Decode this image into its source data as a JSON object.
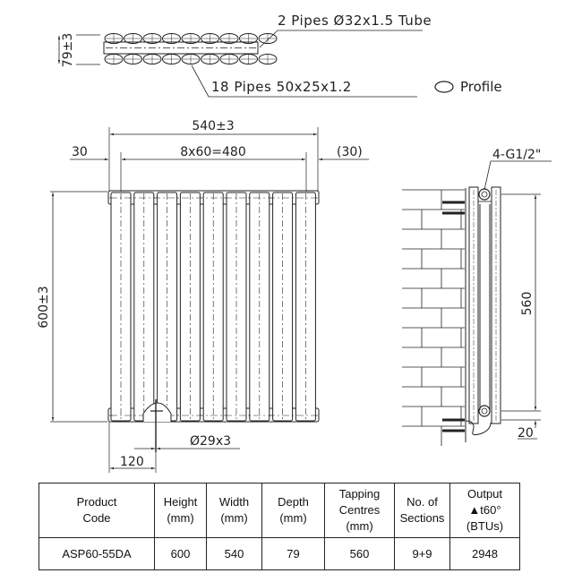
{
  "top_view": {
    "depth_dim": "79±3",
    "tube_label": "2 Pipes Ø32x1.5 Tube",
    "profile_label": "18 Pipes 50x25x1.2",
    "profile_suffix": "Profile",
    "pipes_per_row": 9
  },
  "front_view": {
    "overall_width": "540±3",
    "left_offset": "30",
    "pitch": "8x60=480",
    "right_offset": "(30)",
    "height": "600±3",
    "valve_dim": "Ø29x3",
    "valve_offset": "120",
    "sections": 9
  },
  "side_view": {
    "connections": "4-G1/2\"",
    "tapping_centres": "560",
    "bottom_offset": "20"
  },
  "table": {
    "headers": [
      "Product\nCode",
      "Height\n(mm)",
      "Width\n(mm)",
      "Depth\n(mm)",
      "Tapping\nCentres\n(mm)",
      "No. of\nSections",
      "Output\n▲t60° (BTUs)"
    ],
    "rows": [
      [
        "ASP60-55DA",
        "600",
        "540",
        "79",
        "560",
        "9+9",
        "2948"
      ]
    ]
  },
  "colors": {
    "line": "#222222",
    "background": "#ffffff"
  }
}
